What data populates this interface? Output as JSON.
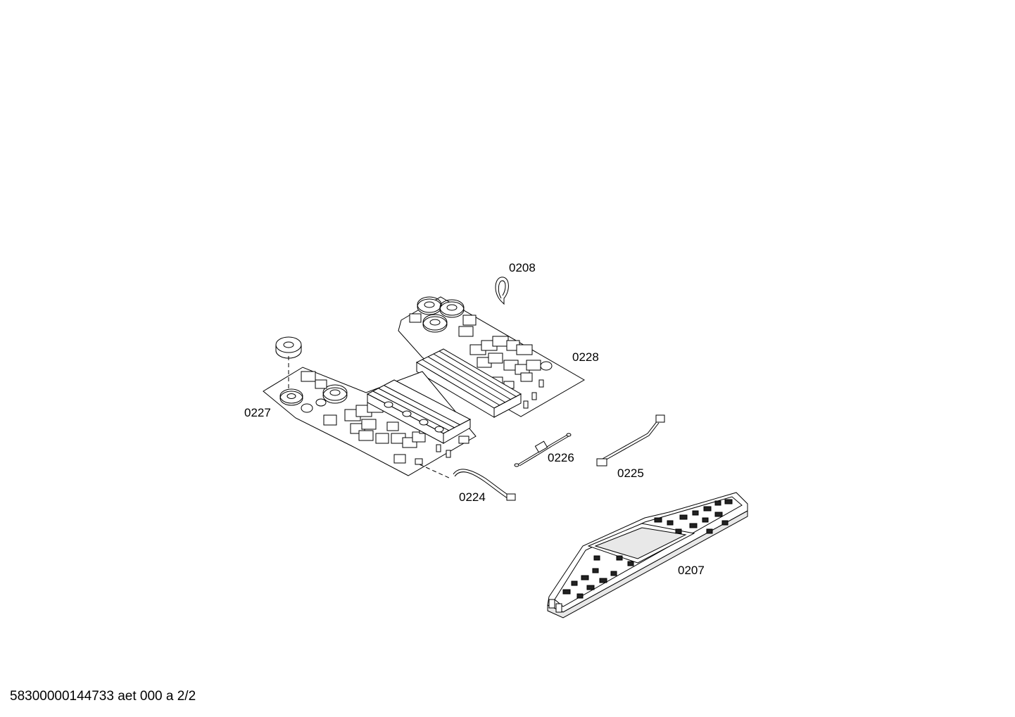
{
  "parts": [
    {
      "id": "p0208",
      "label": "0208"
    },
    {
      "id": "p0228",
      "label": "0228"
    },
    {
      "id": "p0227",
      "label": "0227"
    },
    {
      "id": "p0226",
      "label": "0226"
    },
    {
      "id": "p0225",
      "label": "0225"
    },
    {
      "id": "p0224",
      "label": "0224"
    },
    {
      "id": "p0207",
      "label": "0207"
    }
  ],
  "footer": {
    "text": "58300000144733 aet 000 a 2/2"
  }
}
